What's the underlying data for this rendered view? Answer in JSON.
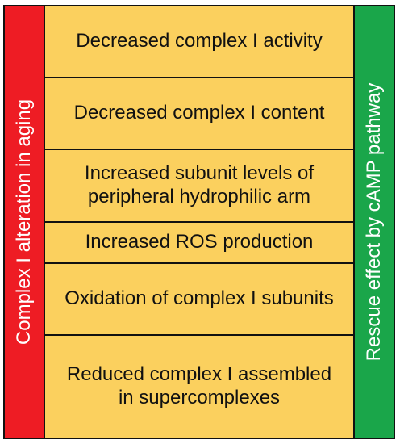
{
  "left_label": "Complex I alteration in aging",
  "right_label": "Rescue effect by cAMP  pathway",
  "rows": [
    "Decreased complex I activity",
    "Decreased complex I content",
    "Increased subunit levels of peripheral hydrophilic arm",
    "Increased ROS production",
    "Oxidation of complex I subunits",
    "Reduced complex I assembled in supercomplexes"
  ],
  "colors": {
    "left_band": "#ee1c24",
    "center_fill": "#fbd05e",
    "right_band": "#1aa64a",
    "border": "#111111",
    "side_text": "#ffffff"
  }
}
